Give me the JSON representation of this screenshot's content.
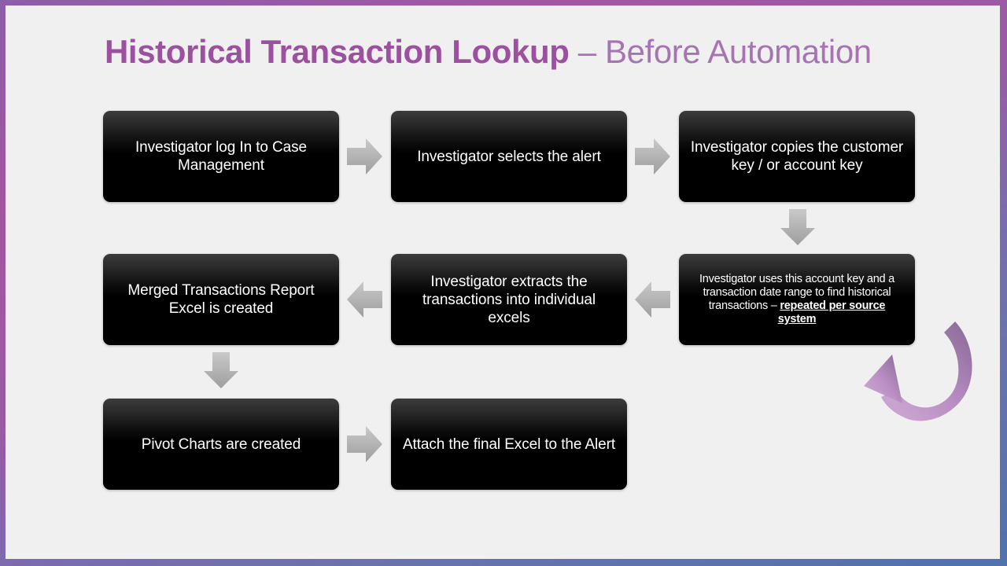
{
  "slide": {
    "background_color": "#f0f0f0",
    "border_gradient_from": "#8b5fa8",
    "border_gradient_to": "#4f72ad"
  },
  "title": {
    "bold_part": "Historical Transaction Lookup",
    "light_part": " – Before Automation",
    "bold_color": "#9c50a0",
    "light_color": "#a774b2"
  },
  "flow": {
    "box_fill_top": "#3c3c3c",
    "box_fill_bottom": "#000000",
    "box_text_color": "#ffffff",
    "arrow_color": "#a9a9a9",
    "loop_arrow_color": "#b07fb8",
    "steps": [
      {
        "id": "step-1",
        "text": "Investigator log In to Case Management"
      },
      {
        "id": "step-2",
        "text": "Investigator selects the alert"
      },
      {
        "id": "step-3",
        "text": "Investigator copies the customer key / or account key"
      },
      {
        "id": "step-4",
        "text_line_1": "Investigator uses this account key and a transaction date range to find historical transactions – ",
        "text_emphasis": "repeated per source system"
      },
      {
        "id": "step-5",
        "text": "Investigator extracts the transactions into individual excels"
      },
      {
        "id": "step-6",
        "text": "Merged Transactions Report Excel is created"
      },
      {
        "id": "step-7",
        "text": "Pivot Charts are created"
      },
      {
        "id": "step-8",
        "text": "Attach the final Excel to the Alert"
      }
    ],
    "connectors": [
      {
        "id": "connector-1-to-2",
        "direction": "right"
      },
      {
        "id": "connector-2-to-3",
        "direction": "right"
      },
      {
        "id": "connector-3-to-4",
        "direction": "down"
      },
      {
        "id": "connector-4-to-5",
        "direction": "left"
      },
      {
        "id": "connector-5-to-6",
        "direction": "left"
      },
      {
        "id": "connector-6-to-7",
        "direction": "down"
      },
      {
        "id": "connector-7-to-8",
        "direction": "right"
      },
      {
        "id": "connector-loop-repeat",
        "direction": "curved-loop"
      }
    ]
  }
}
